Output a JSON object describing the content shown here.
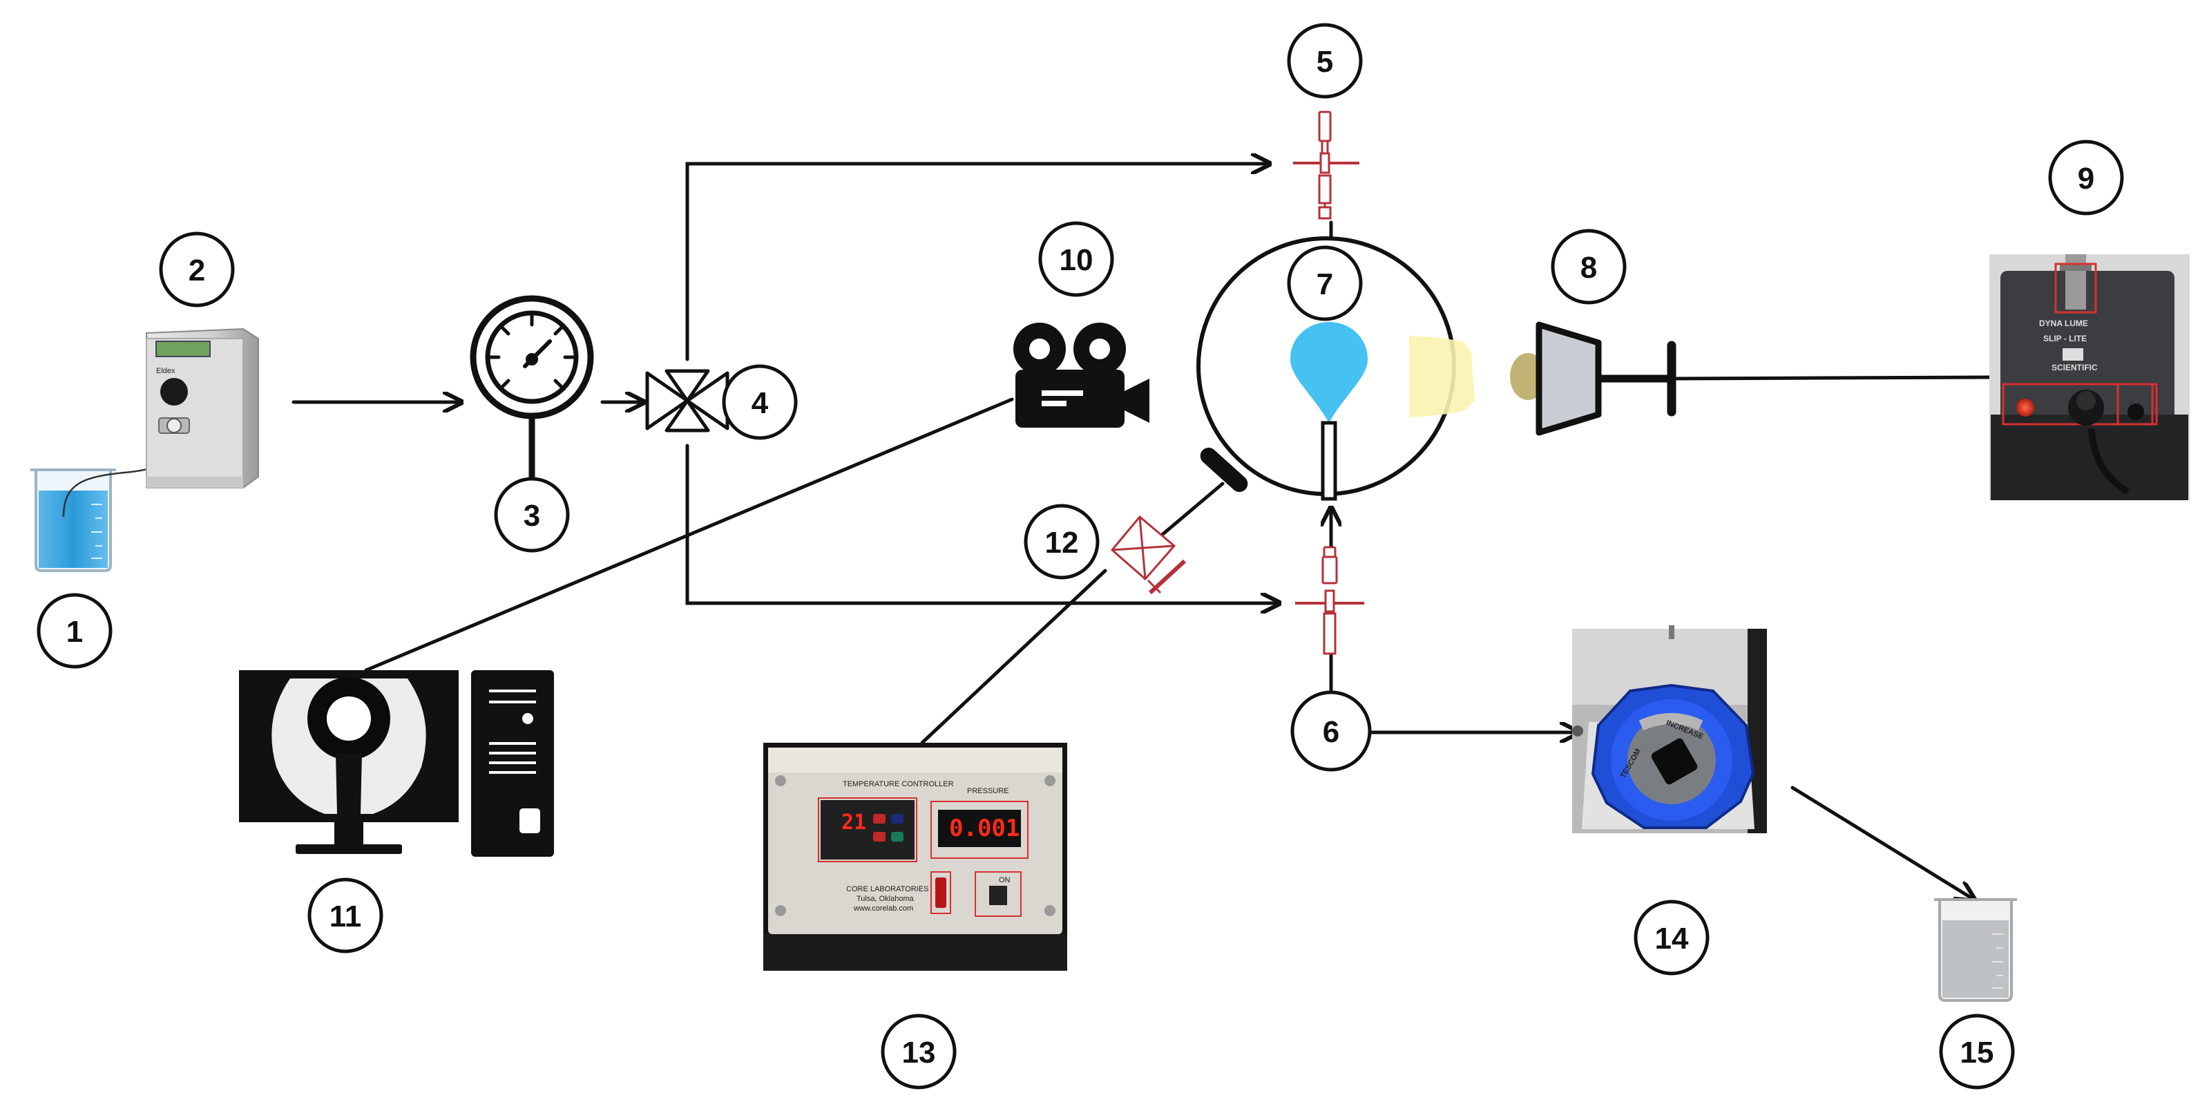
{
  "colors": {
    "line": "#111111",
    "droplet": "#45c1f2",
    "valve_red": "#b5323a",
    "light_beam": "#fbf3b0",
    "regulator_blue": "#1f4fd6",
    "water_blue": "#2a9ad8"
  },
  "components": [
    {
      "id": "1",
      "label": "1",
      "icon": "beaker-water-icon"
    },
    {
      "id": "2",
      "label": "2",
      "icon": "syringe-pump-icon",
      "device_text": "Eldex"
    },
    {
      "id": "3",
      "label": "3",
      "icon": "pressure-gauge-icon"
    },
    {
      "id": "4",
      "label": "4",
      "icon": "needle-valve-icon"
    },
    {
      "id": "5",
      "label": "5",
      "icon": "top-valve-icon"
    },
    {
      "id": "6",
      "label": "6",
      "icon": "bottom-valve-icon"
    },
    {
      "id": "7",
      "label": "7",
      "icon": "view-cell-icon"
    },
    {
      "id": "8",
      "label": "8",
      "icon": "light-source-icon"
    },
    {
      "id": "9",
      "label": "9",
      "icon": "light-controller-icon",
      "device_text": [
        "DYNA LUME",
        "SLIP - LITE",
        "SCIENTIFIC"
      ]
    },
    {
      "id": "10",
      "label": "10",
      "icon": "camera-icon"
    },
    {
      "id": "11",
      "label": "11",
      "icon": "computer-icon"
    },
    {
      "id": "12",
      "label": "12",
      "icon": "thermocouple-icon"
    },
    {
      "id": "13",
      "label": "13",
      "icon": "control-panel-icon",
      "device_text": {
        "temp_label": "TEMPERATURE CONTROLLER",
        "pressure_label": "PRESSURE",
        "temp_value": "21",
        "pressure_value": "0.001",
        "maker": "CORE LABORATORIES",
        "city": "Tulsa, Oklahoma",
        "site": "www.corelab.com",
        "switch_label": "ON"
      }
    },
    {
      "id": "14",
      "label": "14",
      "icon": "back-pressure-regulator-icon",
      "device_text": [
        "TESCOM",
        "INCREASE"
      ]
    },
    {
      "id": "15",
      "label": "15",
      "icon": "beaker-waste-icon"
    }
  ]
}
